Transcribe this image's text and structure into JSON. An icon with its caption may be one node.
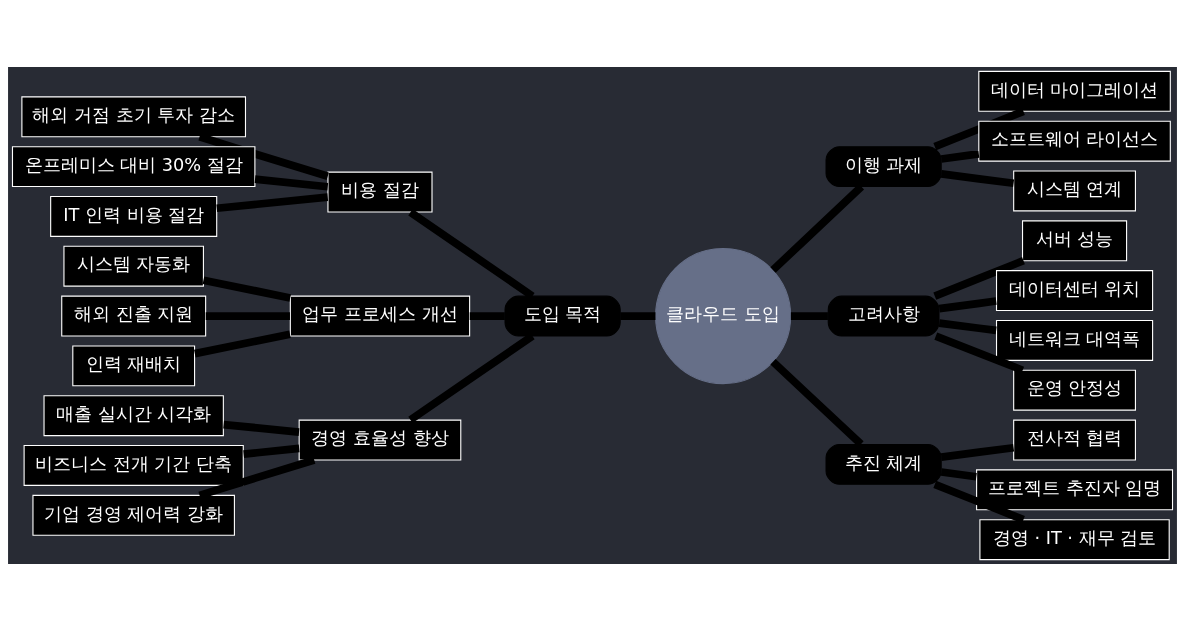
{
  "diagram": {
    "nodes": [
      {
        "text": [
          "클라우드 도입"
        ]
      },
      {
        "text": [
          "도입 목적"
        ]
      },
      {
        "text": [
          "비용 절감"
        ]
      },
      {
        "text": [
          "해외 거점 초기 투자 감소"
        ]
      },
      {
        "text": [
          "온프레미스 대비 30% 절감"
        ]
      },
      {
        "text": [
          "IT 인력 비용 절감"
        ]
      },
      {
        "text": [
          "업무 프로세스 개선"
        ]
      },
      {
        "text": [
          "시스템 자동화"
        ]
      },
      {
        "text": [
          "해외 진출 지원"
        ]
      },
      {
        "text": [
          "인력 재배치"
        ]
      },
      {
        "text": [
          "경영 효율성 향상"
        ]
      },
      {
        "text": [
          "매출 실시간 시각화"
        ]
      },
      {
        "text": [
          "비즈니스 전개 기간 단축"
        ]
      },
      {
        "text": [
          "기업 경영 제어력 강화"
        ]
      },
      {
        "text": [
          "이행 과제"
        ]
      },
      {
        "text": [
          "데이터 마이그레이션"
        ]
      },
      {
        "text": [
          "소프트웨어 라이선스"
        ]
      },
      {
        "text": [
          "시스템 연계"
        ]
      },
      {
        "text": [
          "고려사항"
        ]
      },
      {
        "text": [
          "서버 성능"
        ]
      },
      {
        "text": [
          "데이터센터 위치"
        ]
      },
      {
        "text": [
          "네트워크 대역폭"
        ]
      },
      {
        "text": [
          "운영 안정성"
        ]
      },
      {
        "text": [
          "추진 체계"
        ]
      },
      {
        "text": [
          "전사적 협력"
        ]
      },
      {
        "text": [
          "프로젝트 추진자 임명"
        ]
      },
      {
        "text": [
          "경영 · IT · 재무 검토"
        ]
      }
    ],
    "edges": [
      {
        "from": 0,
        "to": 1,
        "arrow": "none"
      },
      {
        "from": 1,
        "to": 2,
        "arrow": "none"
      },
      {
        "from": 2,
        "to": 3,
        "arrow": "none"
      },
      {
        "from": 2,
        "to": 4,
        "arrow": "none"
      },
      {
        "from": 2,
        "to": 5,
        "arrow": "none"
      },
      {
        "from": 1,
        "to": 6,
        "arrow": "none"
      },
      {
        "from": 6,
        "to": 7,
        "arrow": "none"
      },
      {
        "from": 6,
        "to": 8,
        "arrow": "none"
      },
      {
        "from": 6,
        "to": 9,
        "arrow": "none"
      },
      {
        "from": 1,
        "to": 10,
        "arrow": "none"
      },
      {
        "from": 10,
        "to": 11,
        "arrow": "none"
      },
      {
        "from": 10,
        "to": 12,
        "arrow": "none"
      },
      {
        "from": 10,
        "to": 13,
        "arrow": "none"
      },
      {
        "from": 0,
        "to": 14,
        "arrow": "none"
      },
      {
        "from": 14,
        "to": 15,
        "arrow": "none"
      },
      {
        "from": 14,
        "to": 16,
        "arrow": "none"
      },
      {
        "from": 14,
        "to": 17,
        "arrow": "none"
      },
      {
        "from": 0,
        "to": 18,
        "arrow": "none"
      },
      {
        "from": 18,
        "to": 19,
        "arrow": "none"
      },
      {
        "from": 18,
        "to": 20,
        "arrow": "none"
      },
      {
        "from": 18,
        "to": 21,
        "arrow": "none"
      },
      {
        "from": 18,
        "to": 22,
        "arrow": "none"
      },
      {
        "from": 0,
        "to": 23,
        "arrow": "none"
      },
      {
        "from": 23,
        "to": 24,
        "arrow": "none"
      },
      {
        "from": 23,
        "to": 25,
        "arrow": "none"
      },
      {
        "from": 23,
        "to": 26,
        "arrow": "none"
      }
    ]
  }
}
